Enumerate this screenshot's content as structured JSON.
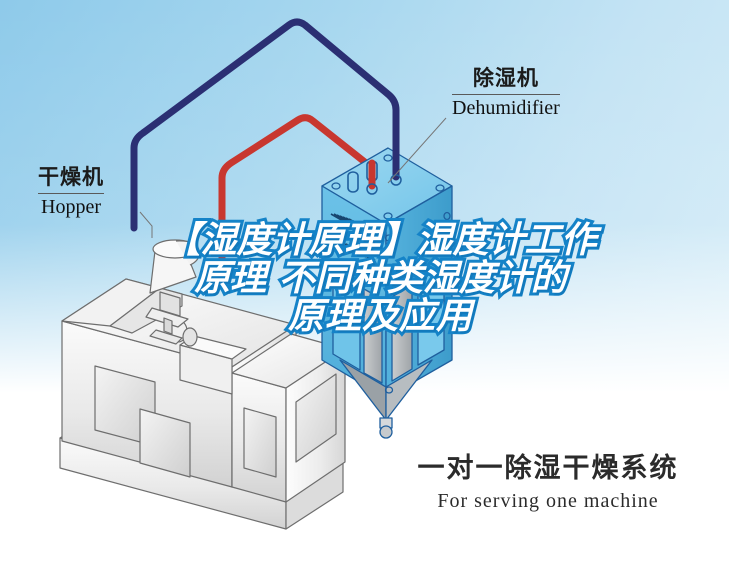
{
  "colors": {
    "bg_top_left": "#8ecaea",
    "bg_top_right": "#d8eef8",
    "bg_bottom": "#ffffff",
    "pipe_blue": "#2b2f73",
    "pipe_red": "#c8372f",
    "machine_blue_fill": "#63bce6",
    "machine_blue_top": "#8ed3ef",
    "machine_blue_line": "#1f5f9e",
    "hopper_gray_fill": "#efefef",
    "hopper_gray_line": "#6e6e6e",
    "headline_text": "#ffffff",
    "headline_outline": "#1583c8",
    "label_text": "#1b1b1b",
    "caption_text": "#2b2b2b"
  },
  "labels": {
    "dehumidifier": {
      "cn": "除湿机",
      "en": "Dehumidifier"
    },
    "hopper": {
      "cn": "干燥机",
      "en": "Hopper"
    }
  },
  "headline": {
    "line1": "【湿度计原理】湿度计工作",
    "line2": "原理 不同种类湿度计的",
    "line3": "原理及应用"
  },
  "caption": {
    "cn": "一对一除湿干燥系统",
    "en": "For serving one machine"
  },
  "diagram": {
    "type": "equipment-schematic",
    "nodes": [
      {
        "name": "hopper-dryer",
        "label_cn": "干燥机",
        "label_en": "Hopper"
      },
      {
        "name": "dehumidifier-unit",
        "label_cn": "除湿机",
        "label_en": "Dehumidifier"
      }
    ],
    "connections": [
      {
        "name": "return-air-pipe",
        "color": "#2b2f73",
        "from": "dehumidifier-unit",
        "to": "hopper-dryer"
      },
      {
        "name": "dry-air-pipe",
        "color": "#c8372f",
        "from": "dehumidifier-unit",
        "to": "hopper-dryer"
      }
    ]
  }
}
